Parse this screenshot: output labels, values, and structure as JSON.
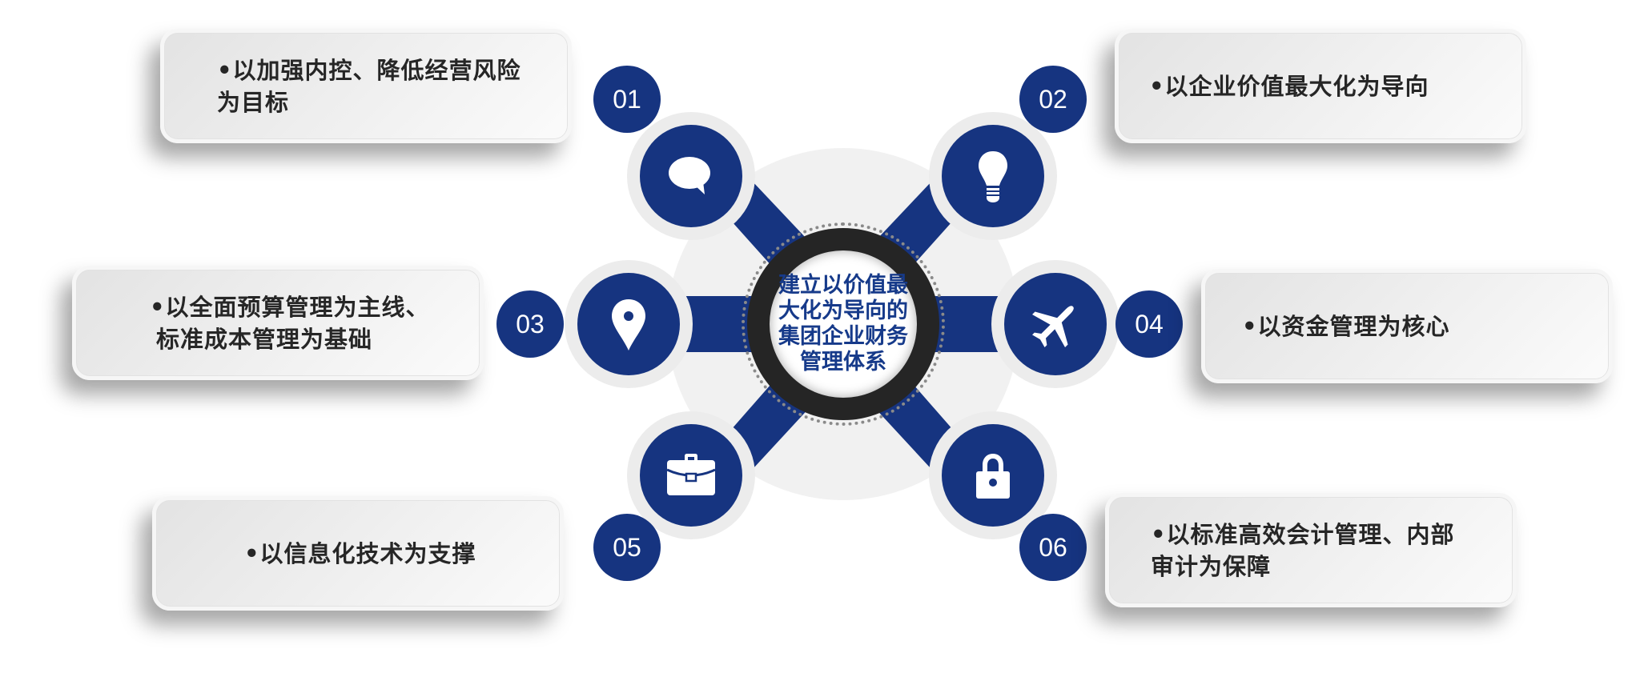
{
  "diagram": {
    "accent_color": "#163480",
    "center": {
      "lines": [
        "建立以价值最",
        "大化为导向的",
        "集团企业财务",
        "管理体系"
      ]
    },
    "items": [
      {
        "number": "01",
        "icon": "speech-bubble-icon",
        "lines": [
          "•以加强内控、降低经营风险",
          "为目标"
        ]
      },
      {
        "number": "02",
        "icon": "lightbulb-icon",
        "lines": [
          "•以企业价值最大化为导向"
        ]
      },
      {
        "number": "03",
        "icon": "map-pin-icon",
        "lines": [
          "•以全面预算管理为主线、",
          "标准成本管理为基础"
        ]
      },
      {
        "number": "04",
        "icon": "airplane-icon",
        "lines": [
          "•以资金管理为核心"
        ]
      },
      {
        "number": "05",
        "icon": "briefcase-icon",
        "lines": [
          "•以信息化技术为支撑"
        ]
      },
      {
        "number": "06",
        "icon": "padlock-icon",
        "lines": [
          "•以标准高效会计管理、内部",
          "审计为保障"
        ]
      }
    ]
  }
}
